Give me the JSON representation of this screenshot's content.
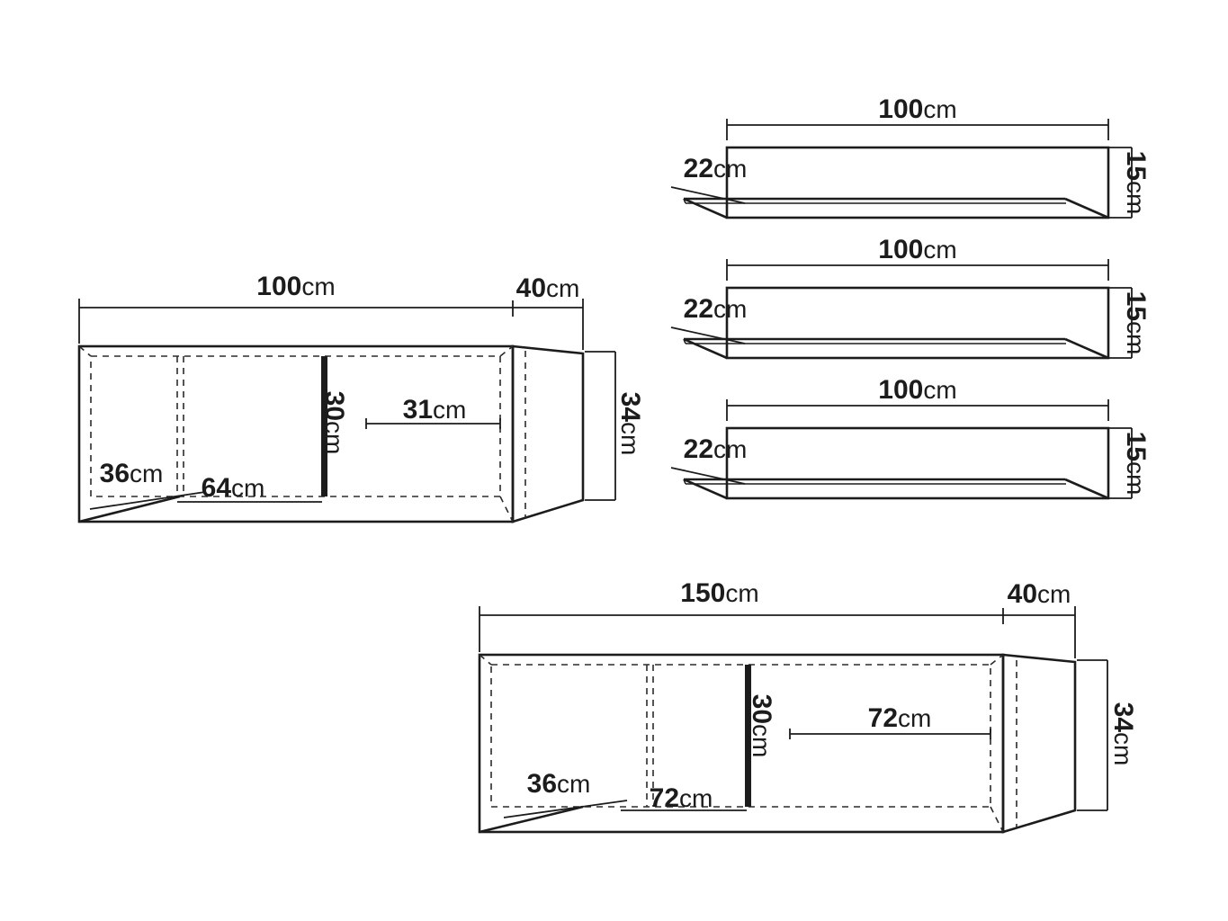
{
  "page": {
    "background": "#ffffff",
    "line_color": "#1c1c1c",
    "unit": "cm"
  },
  "shelves": [
    {
      "width": "100",
      "depth": "22",
      "height": "15"
    },
    {
      "width": "100",
      "depth": "22",
      "height": "15"
    },
    {
      "width": "100",
      "depth": "22",
      "height": "15"
    }
  ],
  "small_cabinet": {
    "width": "100",
    "depth": "40",
    "height": "34",
    "inner_height": "30",
    "right_compartment_width": "31",
    "inner_depth": "36",
    "left_compartment_width": "64"
  },
  "large_cabinet": {
    "width": "150",
    "depth": "40",
    "height": "34",
    "inner_height": "30",
    "right_compartment_width": "72",
    "inner_depth": "36",
    "left_compartment_width": "72"
  }
}
